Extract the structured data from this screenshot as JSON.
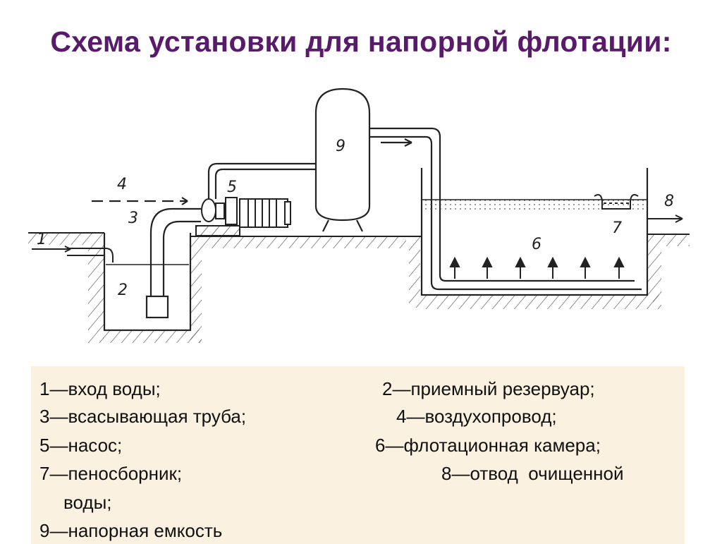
{
  "title": "Схема установки для напорной флотации:",
  "diagram": {
    "labels": [
      "1",
      "2",
      "3",
      "4",
      "5",
      "6",
      "7",
      "8",
      "9"
    ]
  },
  "legend": {
    "item1": "1—вход воды;",
    "item2": "2—приемный резервуар;",
    "item3": "3—всасывающая труба;",
    "item4": "4—воздухопровод;",
    "item5": "5—насос;",
    "item6": "6—флотационная камера;",
    "item7": "7—пеносборник;",
    "item8": "8—отвод  очищенной",
    "item8_cont": "воды;",
    "item9": "9—напорная емкость"
  }
}
